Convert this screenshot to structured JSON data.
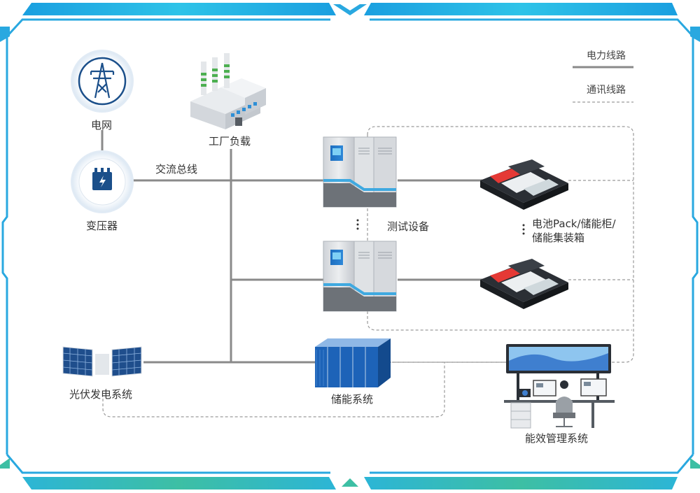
{
  "legend": {
    "power_line": "电力线路",
    "comm_line": "通讯线路"
  },
  "nodes": {
    "grid": "电网",
    "transformer": "变压器",
    "factory_load": "工厂负载",
    "ac_bus": "交流总线",
    "test_equipment": "测试设备",
    "battery_line1": "电池Pack/储能柜/",
    "battery_line2": "储能集装箱",
    "pv_system": "光伏发电系统",
    "storage_system": "储能系统",
    "ems": "能效管理系统"
  },
  "colors": {
    "frame_blue": "#29a8e0",
    "frame_teal": "#3dbfa4",
    "power_line": "#8a8a8a",
    "comm_line": "#9a9a9a",
    "icon_navy": "#1b4f8a",
    "storage_blue": "#1d63b8"
  }
}
